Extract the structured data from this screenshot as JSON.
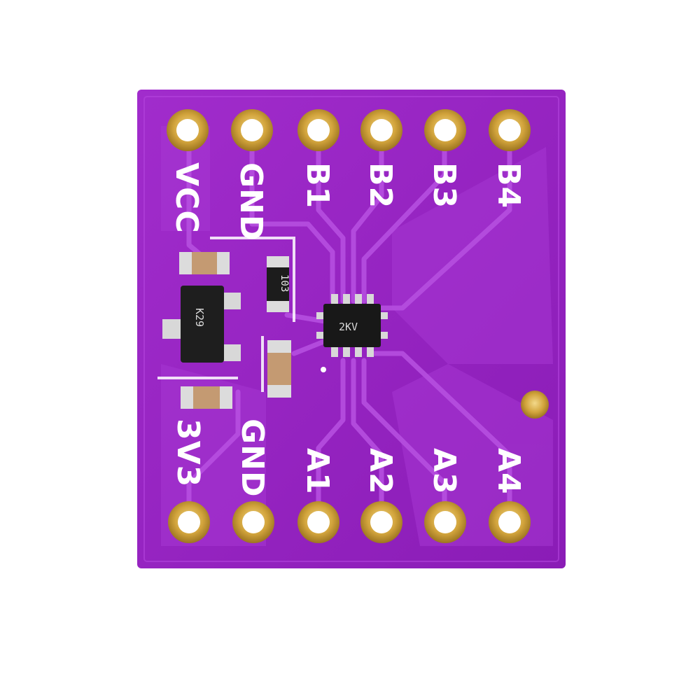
{
  "board": {
    "colors": {
      "pcb": "#9a22c4",
      "pcb_dark": "#7f14a8",
      "trace": "#a934d4",
      "gold": "#d2a43c",
      "gold_light": "#f0d070",
      "silkscreen": "#ffffff",
      "ic_body": "#1a1a1a"
    },
    "top_pins": [
      {
        "label": "VCC"
      },
      {
        "label": "GND"
      },
      {
        "label": "B1"
      },
      {
        "label": "B2"
      },
      {
        "label": "B3"
      },
      {
        "label": "B4"
      }
    ],
    "bottom_pins": [
      {
        "label": "3V3"
      },
      {
        "label": "GND"
      },
      {
        "label": "A1"
      },
      {
        "label": "A2"
      },
      {
        "label": "A3"
      },
      {
        "label": "A4"
      }
    ],
    "ic_marking": "2KV",
    "regulator_marking": "K29",
    "resistor_marking": "103"
  }
}
